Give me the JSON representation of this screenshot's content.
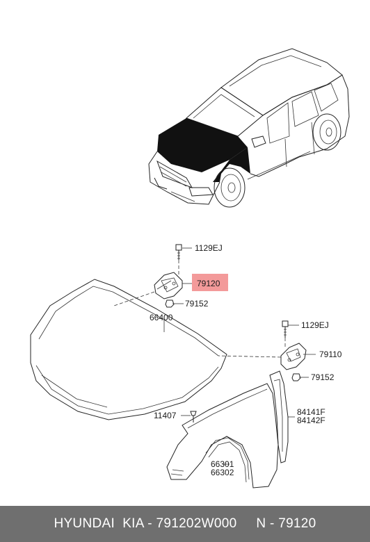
{
  "labels": {
    "bolt_top": "1129EJ",
    "hinge_left": "79120",
    "nut_left": "79152",
    "hood": "66400",
    "bolt_right": "1129EJ",
    "hinge_right": "79110",
    "nut_right": "79152",
    "fender_bolt": "11407",
    "fender_lh": "66301",
    "fender_rh": "66302",
    "panel_lh": "84141F",
    "panel_rh": "84142F"
  },
  "highlight_color": "#f39a9a",
  "footer": {
    "text": "HYUNDAI  KIA - 791202W000     N - 79120"
  }
}
